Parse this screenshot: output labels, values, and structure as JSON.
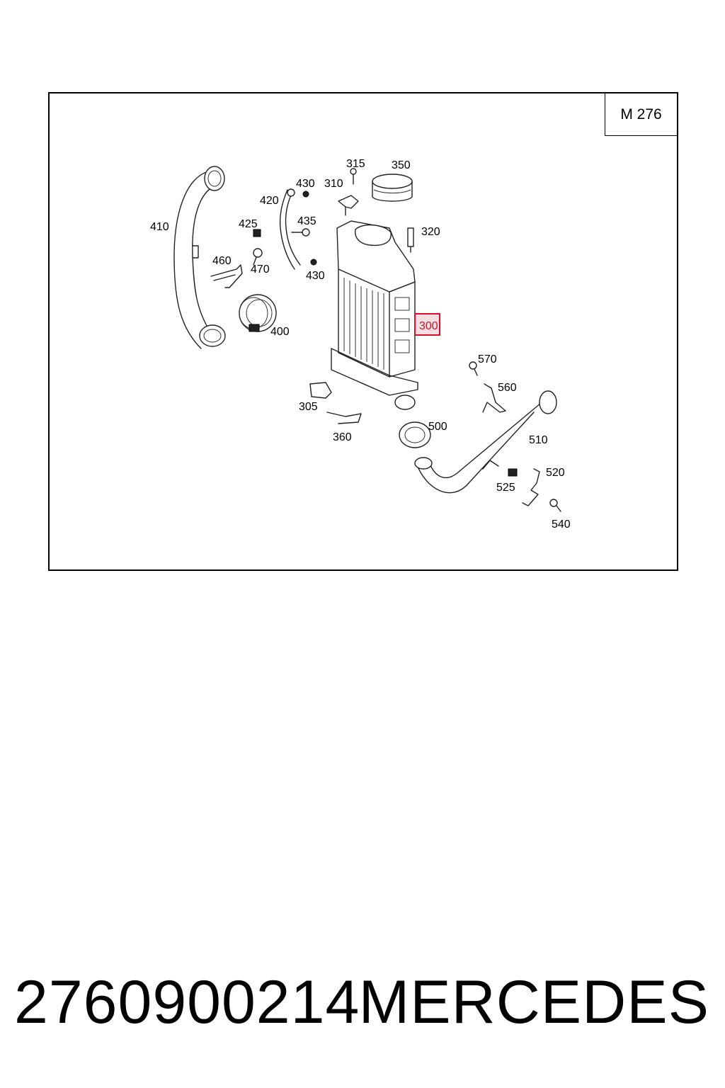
{
  "diagram": {
    "engine_code": "M 276",
    "highlight_color": "#d8102a",
    "callouts": [
      {
        "id": "315",
        "label": "315"
      },
      {
        "id": "350",
        "label": "350"
      },
      {
        "id": "430a",
        "label": "430"
      },
      {
        "id": "310",
        "label": "310"
      },
      {
        "id": "420",
        "label": "420"
      },
      {
        "id": "410",
        "label": "410"
      },
      {
        "id": "425",
        "label": "425"
      },
      {
        "id": "435",
        "label": "435"
      },
      {
        "id": "320",
        "label": "320"
      },
      {
        "id": "460",
        "label": "460"
      },
      {
        "id": "470",
        "label": "470"
      },
      {
        "id": "430b",
        "label": "430"
      },
      {
        "id": "300",
        "label": "300",
        "highlighted": true
      },
      {
        "id": "400",
        "label": "400"
      },
      {
        "id": "570",
        "label": "570"
      },
      {
        "id": "560",
        "label": "560"
      },
      {
        "id": "305",
        "label": "305"
      },
      {
        "id": "500",
        "label": "500"
      },
      {
        "id": "360",
        "label": "360"
      },
      {
        "id": "510",
        "label": "510"
      },
      {
        "id": "520",
        "label": "520"
      },
      {
        "id": "525",
        "label": "525"
      },
      {
        "id": "540",
        "label": "540"
      }
    ]
  },
  "footer": {
    "part_number": "2760900214",
    "brand": "MERCEDES"
  }
}
